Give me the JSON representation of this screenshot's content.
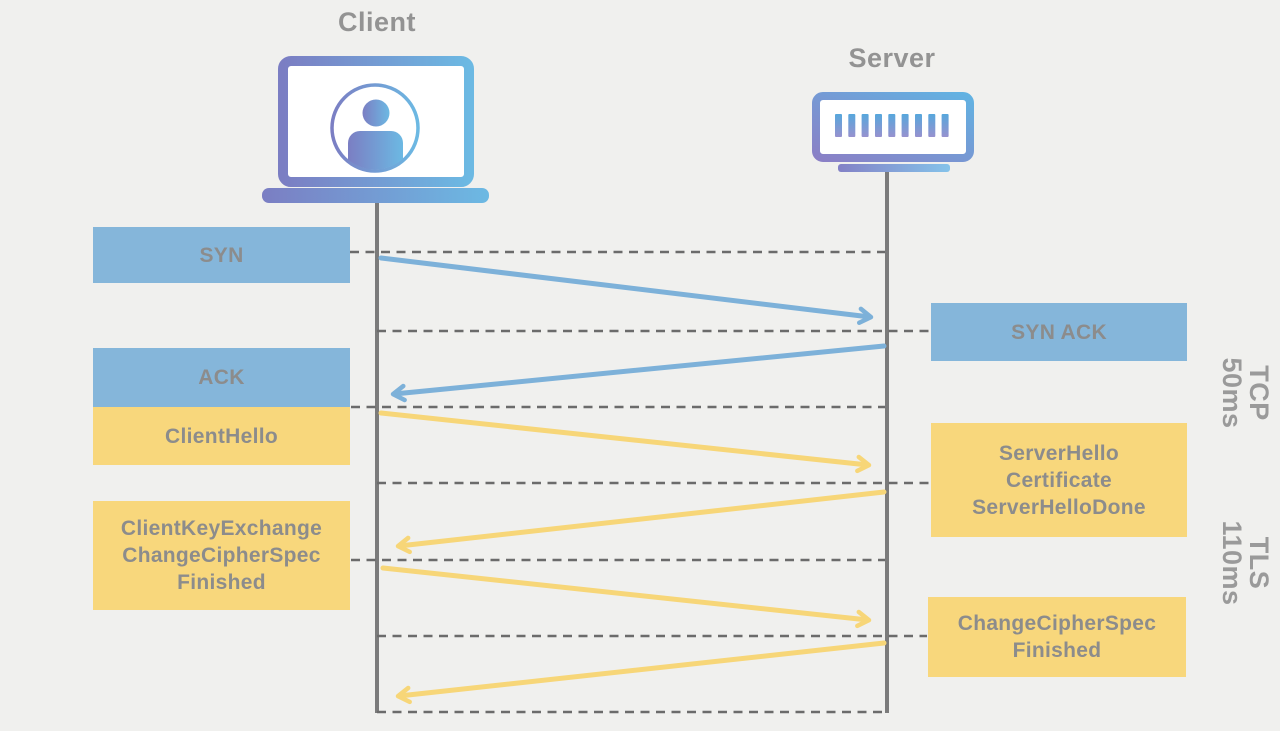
{
  "colors": {
    "background": "#f0f0ee",
    "tcp_blue": "#85b6da",
    "tls_yellow": "#f8d77c",
    "arrow_blue": "#7db1d9",
    "arrow_yellow": "#f7d678",
    "label_text": "#8c8c8c",
    "title_text": "#939393",
    "phase_text": "#9a9a9a",
    "lifeline_gray": "#7b7b7b",
    "dash_gray": "#6b6b6b"
  },
  "actors": {
    "client": {
      "label": "Client",
      "icon": "laptop-user-icon"
    },
    "server": {
      "label": "Server",
      "icon": "server-rack-icon"
    }
  },
  "messages": [
    {
      "id": "syn",
      "label": "SYN",
      "from": "client",
      "to": "server",
      "protocol": "TCP"
    },
    {
      "id": "syn-ack",
      "label": "SYN ACK",
      "from": "server",
      "to": "client",
      "protocol": "TCP"
    },
    {
      "id": "ack",
      "label": "ACK",
      "from": "client",
      "to": "server",
      "protocol": "TCP"
    },
    {
      "id": "client-hello",
      "label": "ClientHello",
      "from": "client",
      "to": "server",
      "protocol": "TLS"
    },
    {
      "id": "server-hello",
      "label": "ServerHello\nCertificate\nServerHelloDone",
      "from": "server",
      "to": "client",
      "protocol": "TLS"
    },
    {
      "id": "client-key-exchange",
      "label": "ClientKeyExchange\nChangeCipherSpec\nFinished",
      "from": "client",
      "to": "server",
      "protocol": "TLS"
    },
    {
      "id": "change-cipher-spec",
      "label": "ChangeCipherSpec\nFinished",
      "from": "server",
      "to": "client",
      "protocol": "TLS"
    }
  ],
  "phases": [
    {
      "id": "tcp",
      "label": "TCP\n50ms"
    },
    {
      "id": "tls",
      "label": "TLS\n110ms"
    }
  ]
}
